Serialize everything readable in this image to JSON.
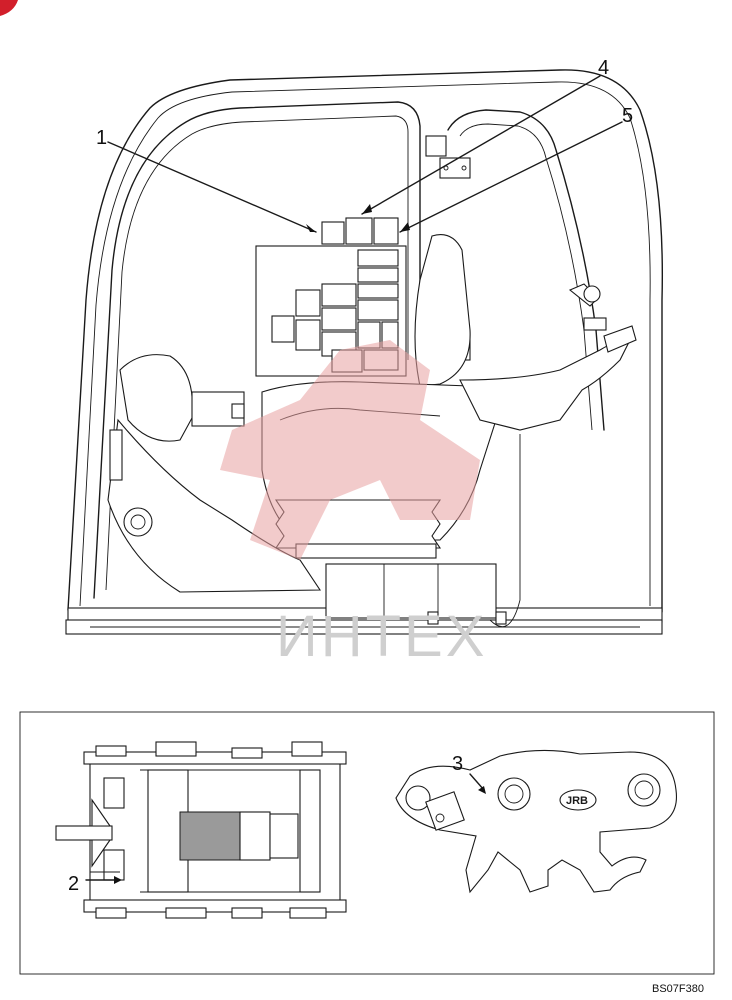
{
  "callouts": {
    "c1": "1",
    "c2": "2",
    "c3": "3",
    "c4": "4",
    "c5": "5"
  },
  "drawing_code": "BS07F380",
  "watermark_text": "ИНТЕХ",
  "coupler_brand": "JRB",
  "colors": {
    "line": "#1a1a1a",
    "watermark_red": "#e8a0a0",
    "watermark_gray": "#cfcfcf",
    "corner_mark": "#d21f2b"
  },
  "icons": [
    "corner-mark-icon",
    "watermark-logo-icon"
  ]
}
